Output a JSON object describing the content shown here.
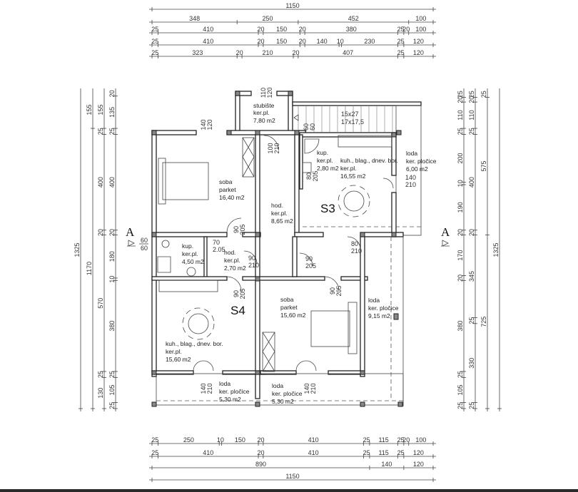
{
  "dimensions": {
    "top_rows": [
      [
        "1150"
      ],
      [
        "348",
        "250",
        "452",
        "100"
      ],
      [
        "25",
        "410",
        "20",
        "150",
        "20",
        "380",
        "25",
        "20",
        "100"
      ],
      [
        "25",
        "410",
        "20",
        "150",
        "20",
        "140",
        "10",
        "230",
        "25",
        "120"
      ],
      [
        "25",
        "323",
        "20",
        "210",
        "20",
        "407",
        "25",
        "120"
      ]
    ],
    "bottom_rows": [
      [
        "25",
        "250",
        "10",
        "150",
        "20",
        "410",
        "25",
        "115",
        "25",
        "20",
        "100"
      ],
      [
        "25",
        "410",
        "20",
        "410",
        "25",
        "115",
        "25",
        "120"
      ],
      [
        "890",
        "140",
        "120"
      ],
      [
        "1150"
      ]
    ],
    "left_cols": [
      [
        "1325"
      ],
      [
        "155",
        "1170"
      ],
      [
        "155",
        "25",
        "400",
        "20",
        "570",
        "25",
        "130"
      ],
      [
        "20",
        "135",
        "25",
        "400",
        "20",
        "180",
        "10",
        "380",
        "25",
        "105",
        "25"
      ]
    ],
    "right_cols": [
      [
        "25",
        "20",
        "110",
        "25",
        "200",
        "10",
        "190",
        "20",
        "170",
        "20",
        "380",
        "25",
        "105",
        "25"
      ],
      [
        "25",
        "20",
        "110",
        "25",
        "400",
        "20",
        "345",
        "25",
        "330",
        "25"
      ],
      [
        "25",
        "575",
        "725"
      ],
      [
        "1325"
      ]
    ]
  },
  "rooms": {
    "stairs": {
      "name": "stubište",
      "floor": "ker.pl.",
      "area": "7,80 m2"
    },
    "bedroom_top": {
      "name": "soba",
      "floor": "parket",
      "area": "16,40 m2"
    },
    "hall_top": {
      "name": "hod.",
      "floor": "ker.pl.",
      "area": "8,65 m2"
    },
    "bath_s3": {
      "name": "kup.",
      "floor": "ker.pl.",
      "area": "2,80 m2"
    },
    "kitchen_s3": {
      "name": "kuh., blag., dnev. bor.",
      "floor": "ker.pl.",
      "area": "16,55 m2"
    },
    "loggia_s3": {
      "name": "loda",
      "floor": "ker. pločice",
      "area": "6,00 m2"
    },
    "bath_s4": {
      "name": "kup.",
      "floor": "ker.pl.",
      "area": "4,50 m2"
    },
    "hall_s4": {
      "name": "hod.",
      "floor": "ker.pl.",
      "area": "2,70 m2"
    },
    "kitchen_s4": {
      "name": "kuh., blag., dnev. bor.",
      "floor": "ker.pl.",
      "area": "15,60 m2"
    },
    "bedroom_bottom": {
      "name": "soba",
      "floor": "parket",
      "area": "15,60 m2"
    },
    "loggia_right": {
      "name": "loda",
      "floor": "ker. pločice",
      "area": "9,15 m2"
    },
    "loggia_bl": {
      "name": "loda",
      "floor": "ker. pločice",
      "area": "5,30 m2"
    },
    "loggia_bm": {
      "name": "loda",
      "floor": "ker. pločice",
      "area": "5,30 m2"
    }
  },
  "units": {
    "s3": "S3",
    "s4": "S4"
  },
  "section": {
    "left": "A",
    "right": "A",
    "left_top": "60",
    "left_bottom": "60"
  },
  "stair_notes": [
    "15x27",
    "17x17,5"
  ],
  "openings": [
    [
      "140",
      "120"
    ],
    [
      "110",
      "120"
    ],
    [
      "100",
      "210"
    ],
    [
      "60",
      "60"
    ],
    [
      "80",
      "205"
    ],
    [
      "90",
      "205"
    ],
    [
      "90",
      "205"
    ],
    [
      "90",
      "205"
    ],
    [
      "140",
      "210"
    ],
    [
      "70",
      "2.05"
    ],
    [
      "90",
      "210"
    ],
    [
      "90",
      "205"
    ],
    [
      "80",
      "210"
    ],
    [
      "140",
      "210"
    ],
    [
      "140",
      "210"
    ]
  ]
}
